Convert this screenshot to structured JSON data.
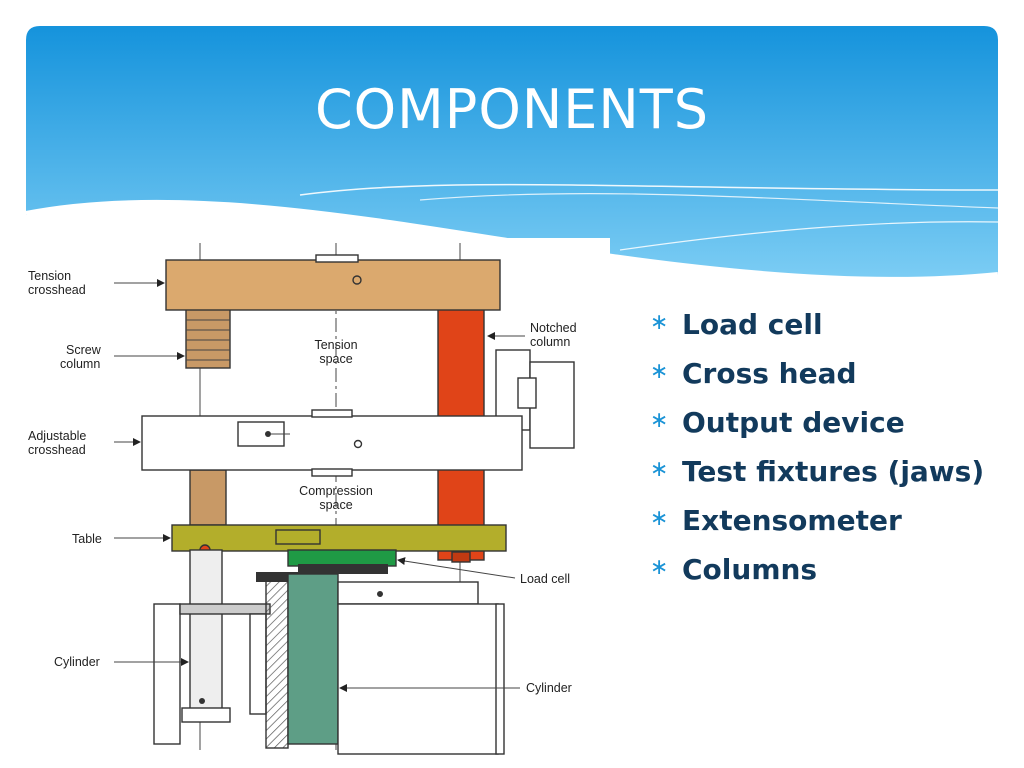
{
  "slide": {
    "title": "COMPONENTS",
    "colors": {
      "header_top": "#1593dc",
      "header_bottom": "#7ccdf4",
      "bullet_text": "#123a5c",
      "bullet_marker": "#1a93d6"
    }
  },
  "bullets": [
    {
      "marker": "∗",
      "text": "Load cell"
    },
    {
      "marker": "∗",
      "text": "Cross head"
    },
    {
      "marker": "∗",
      "text": "Output device"
    },
    {
      "marker": "∗",
      "text": "Test fixtures (jaws)"
    },
    {
      "marker": "∗",
      "text": "Extensometer"
    },
    {
      "marker": "∗",
      "text": "Columns"
    }
  ],
  "diagram": {
    "labels": {
      "tension_crosshead": [
        "Tension",
        "crosshead"
      ],
      "screw_column": [
        "Screw",
        "column"
      ],
      "adjustable_crosshead": [
        "Adjustable",
        "crosshead"
      ],
      "table": "Table",
      "cylinder_left": "Cylinder",
      "notched_column": [
        "Notched",
        "column"
      ],
      "tension_space": [
        "Tension",
        "space"
      ],
      "compression_space": [
        "Compression",
        "space"
      ],
      "load_cell": "Load cell",
      "cylinder_right": "Cylinder"
    },
    "colors": {
      "crosshead": "#dba96e",
      "screw": "#c89966",
      "notched_column": "#e04418",
      "table": "#b3ae2b",
      "load_cell": "#1f9a45",
      "piston": "#5e9e86"
    }
  }
}
